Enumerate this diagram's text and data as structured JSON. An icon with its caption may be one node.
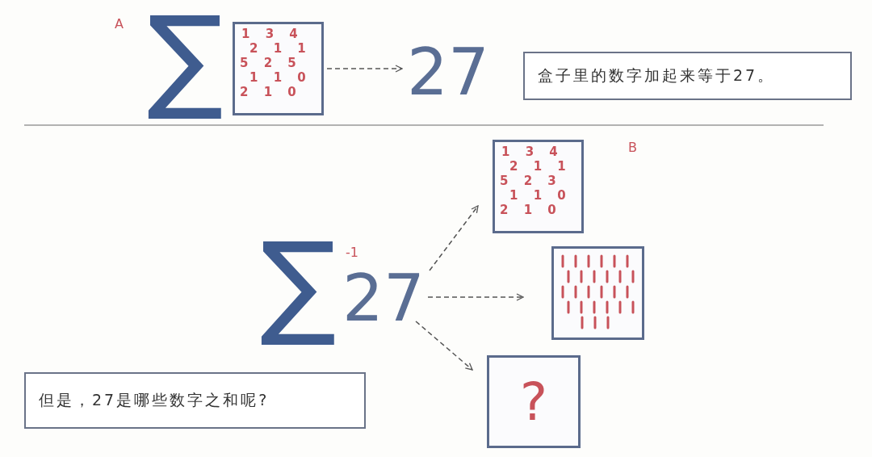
{
  "diagram": {
    "nodes": [
      {
        "text": [
          "1 3 4",
          "2 1 1",
          "5 2 5",
          "1 1 0",
          "2 1 0"
        ]
      },
      {
        "text": [
          "27"
        ]
      },
      {
        "text": [
          "27"
        ]
      },
      {
        "text": [
          "1 3 4",
          "2 1 1",
          "5 2 3",
          "1 1 0",
          "2 1 0"
        ]
      },
      {
        "text": [],
        "shape": "box"
      },
      {
        "text": [
          "?"
        ]
      },
      {
        "text": [
          "盒子里的数字加起来等于27。"
        ]
      },
      {
        "text": [
          "但是，27是哪些数字之和呢?"
        ]
      }
    ],
    "edges": [
      {
        "from": 0,
        "to": 1,
        "arrow": "to",
        "style": "dashed"
      },
      {
        "from": 2,
        "to": 3,
        "arrow": "to",
        "style": "dashed"
      },
      {
        "from": 2,
        "to": 4,
        "arrow": "to",
        "style": "dashed"
      },
      {
        "from": 2,
        "to": 5,
        "arrow": "to",
        "style": "dashed"
      }
    ],
    "labels": [
      "A",
      "∑",
      "B",
      "∑",
      "-1"
    ]
  }
}
